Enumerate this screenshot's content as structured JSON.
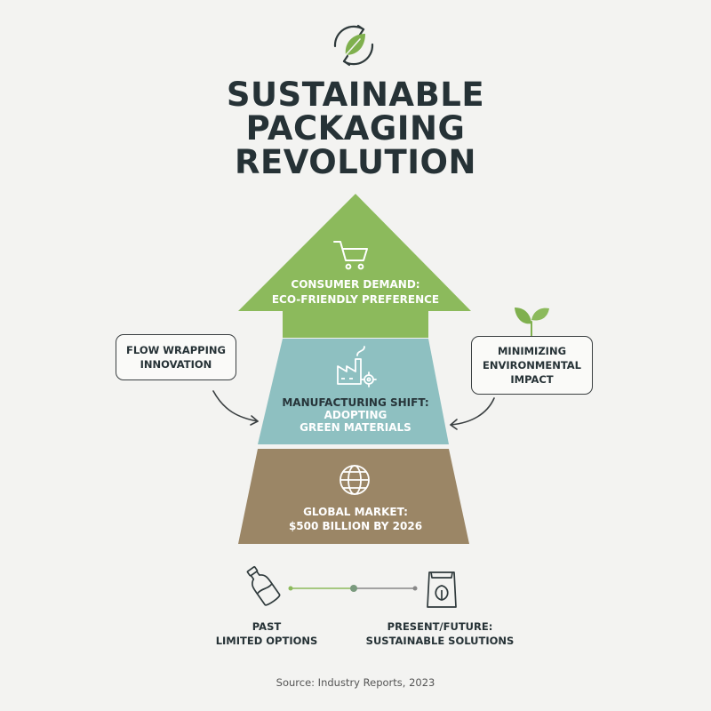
{
  "header": {
    "title_lines": [
      "SUSTAINABLE",
      "PACKAGING",
      "REVOLUTION"
    ],
    "icon": "leaf-recycle-icon"
  },
  "tiers": [
    {
      "id": "consumer",
      "lines": [
        "CONSUMER DEMAND:",
        "ECO-FRIENDLY PREFERENCE"
      ],
      "icon": "shopping-cart-icon",
      "color": "#8cba5c"
    },
    {
      "id": "manufacturing",
      "lines": [
        "MANUFACTURING SHIFT:",
        "ADOPTING",
        "GREEN MATERIALS"
      ],
      "icon": "factory-gear-icon",
      "color": "#8ec0c1"
    },
    {
      "id": "market",
      "lines": [
        "GLOBAL MARKET:",
        "$500 BILLION BY 2026"
      ],
      "icon": "globe-icon",
      "color": "#9b8666"
    }
  ],
  "callouts": {
    "left": {
      "lines": [
        "FLOW WRAPPING",
        "INNOVATION"
      ]
    },
    "right": {
      "lines": [
        "MINIMIZING",
        "ENVIRONMENTAL",
        "IMPACT"
      ],
      "icon": "sprout-icon"
    }
  },
  "timeline": {
    "past": {
      "lines": [
        "PAST",
        "LIMITED OPTIONS"
      ],
      "icon": "plastic-bottle-icon"
    },
    "future": {
      "lines": [
        "PRESENT/FUTURE:",
        "SUSTAINABLE SOLUTIONS"
      ],
      "icon": "eco-pouch-icon"
    },
    "line_colors": [
      "#8cba5c",
      "#888888"
    ]
  },
  "footer": {
    "source": "Source: Industry Reports, 2023"
  },
  "colors": {
    "text_dark": "#263236",
    "background": "#f3f3f1"
  }
}
